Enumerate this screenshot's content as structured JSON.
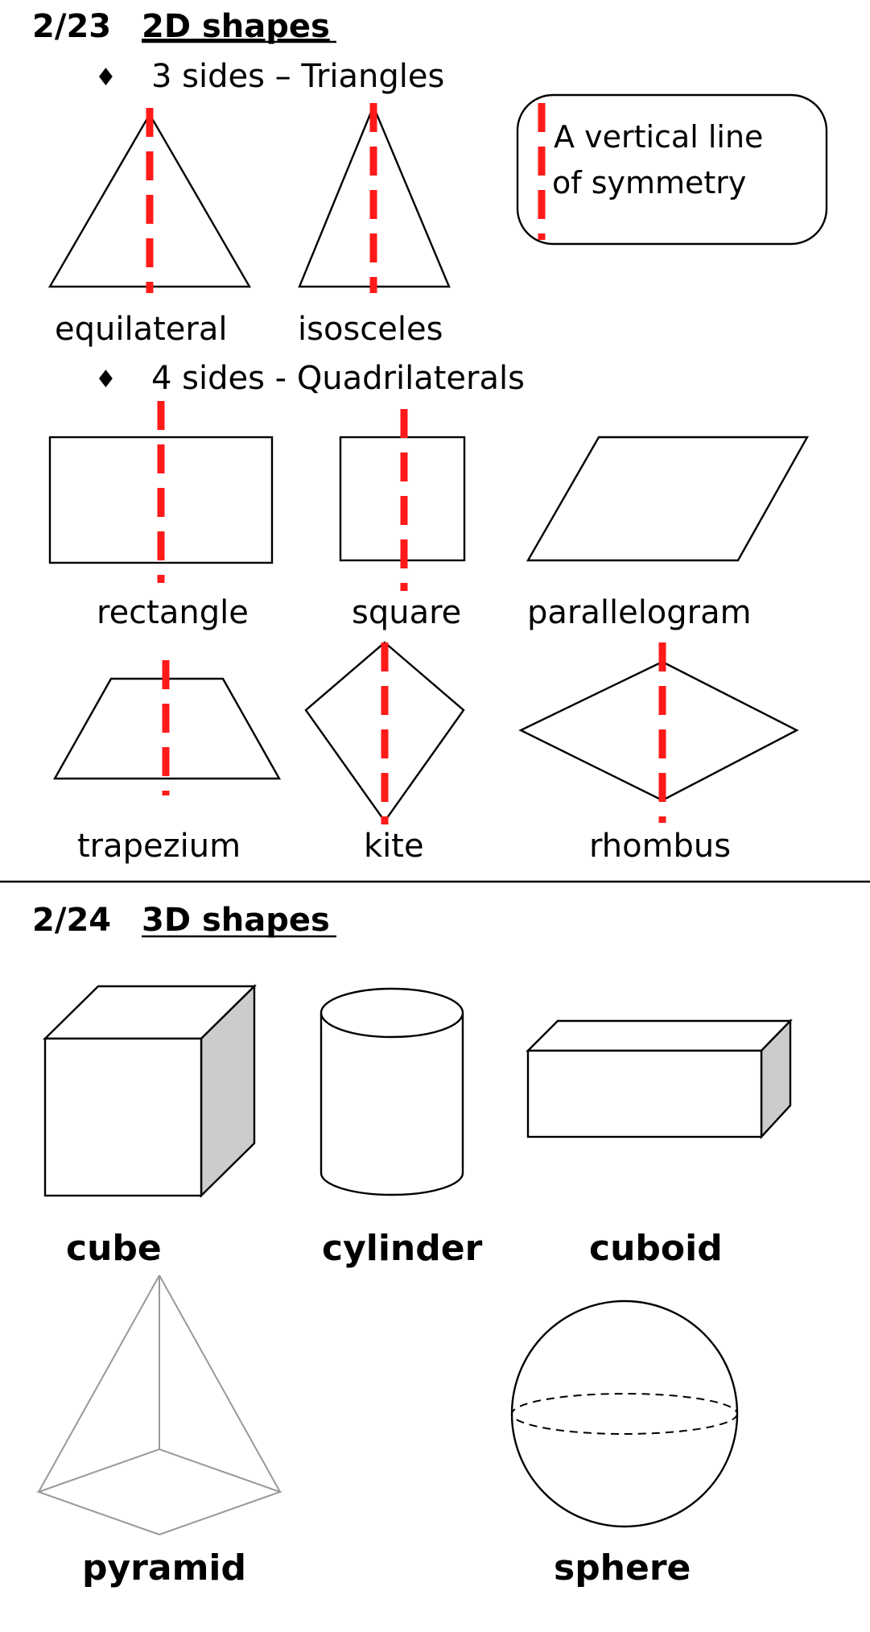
{
  "section_2d": {
    "date": "2/23",
    "title": "2D shapes",
    "triangles_heading": "3 sides – Triangles",
    "quads_heading": "4 sides - Quadrilaterals",
    "bullet": "♦",
    "legend_text": [
      "A vertical line",
      "of symmetry"
    ],
    "triangles": [
      "equilateral",
      "isosceles"
    ],
    "quadrilaterals_row1": [
      "rectangle",
      "square",
      "parallelogram"
    ],
    "quadrilaterals_row2": [
      "trapezium",
      "kite",
      "rhombus"
    ]
  },
  "section_3d": {
    "date": "2/24",
    "title": "3D shapes",
    "row1": [
      "cube",
      "cylinder",
      "cuboid"
    ],
    "row2": [
      "pyramid",
      "sphere"
    ]
  },
  "colors": {
    "symmetry_line": "#ff1a1a",
    "shading": "#cccccc",
    "pyramid_edges": "#999999"
  }
}
